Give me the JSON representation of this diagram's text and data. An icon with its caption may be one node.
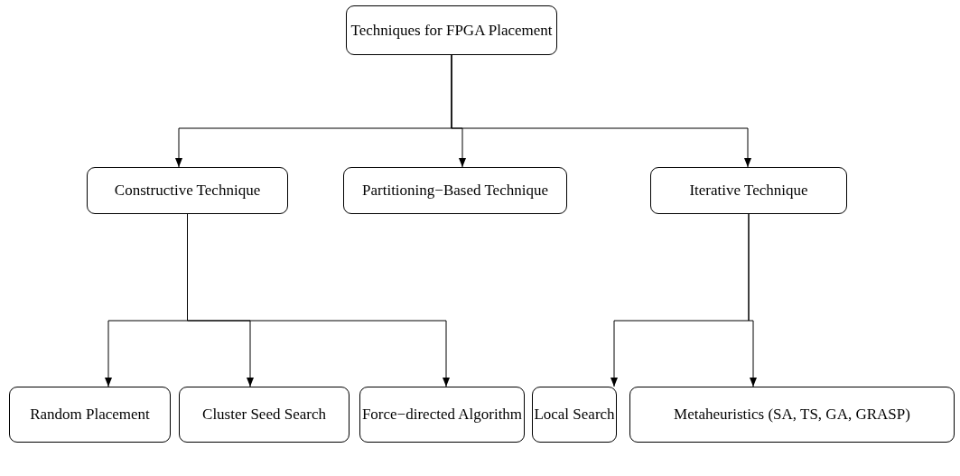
{
  "diagram": {
    "nodes": [
      {
        "text": [
          "Techniques for FPGA Placement"
        ]
      },
      {
        "text": [
          "Constructive Technique"
        ]
      },
      {
        "text": [
          "Partitioning−Based Technique"
        ]
      },
      {
        "text": [
          "Iterative Technique"
        ]
      },
      {
        "text": [
          "Random Placement"
        ]
      },
      {
        "text": [
          "Cluster Seed Search"
        ]
      },
      {
        "text": [
          "Force−directed Algorithm"
        ]
      },
      {
        "text": [
          "Local Search"
        ]
      },
      {
        "text": [
          "Metaheuristics (SA, TS, GA, GRASP)"
        ]
      }
    ],
    "edges": [
      {
        "from": 0,
        "to": 1,
        "arrow": "to"
      },
      {
        "from": 0,
        "to": 2,
        "arrow": "to"
      },
      {
        "from": 0,
        "to": 3,
        "arrow": "to"
      },
      {
        "from": 1,
        "to": 4,
        "arrow": "to"
      },
      {
        "from": 1,
        "to": 5,
        "arrow": "to"
      },
      {
        "from": 1,
        "to": 6,
        "arrow": "to"
      },
      {
        "from": 3,
        "to": 7,
        "arrow": "to"
      },
      {
        "from": 3,
        "to": 8,
        "arrow": "to"
      }
    ]
  }
}
